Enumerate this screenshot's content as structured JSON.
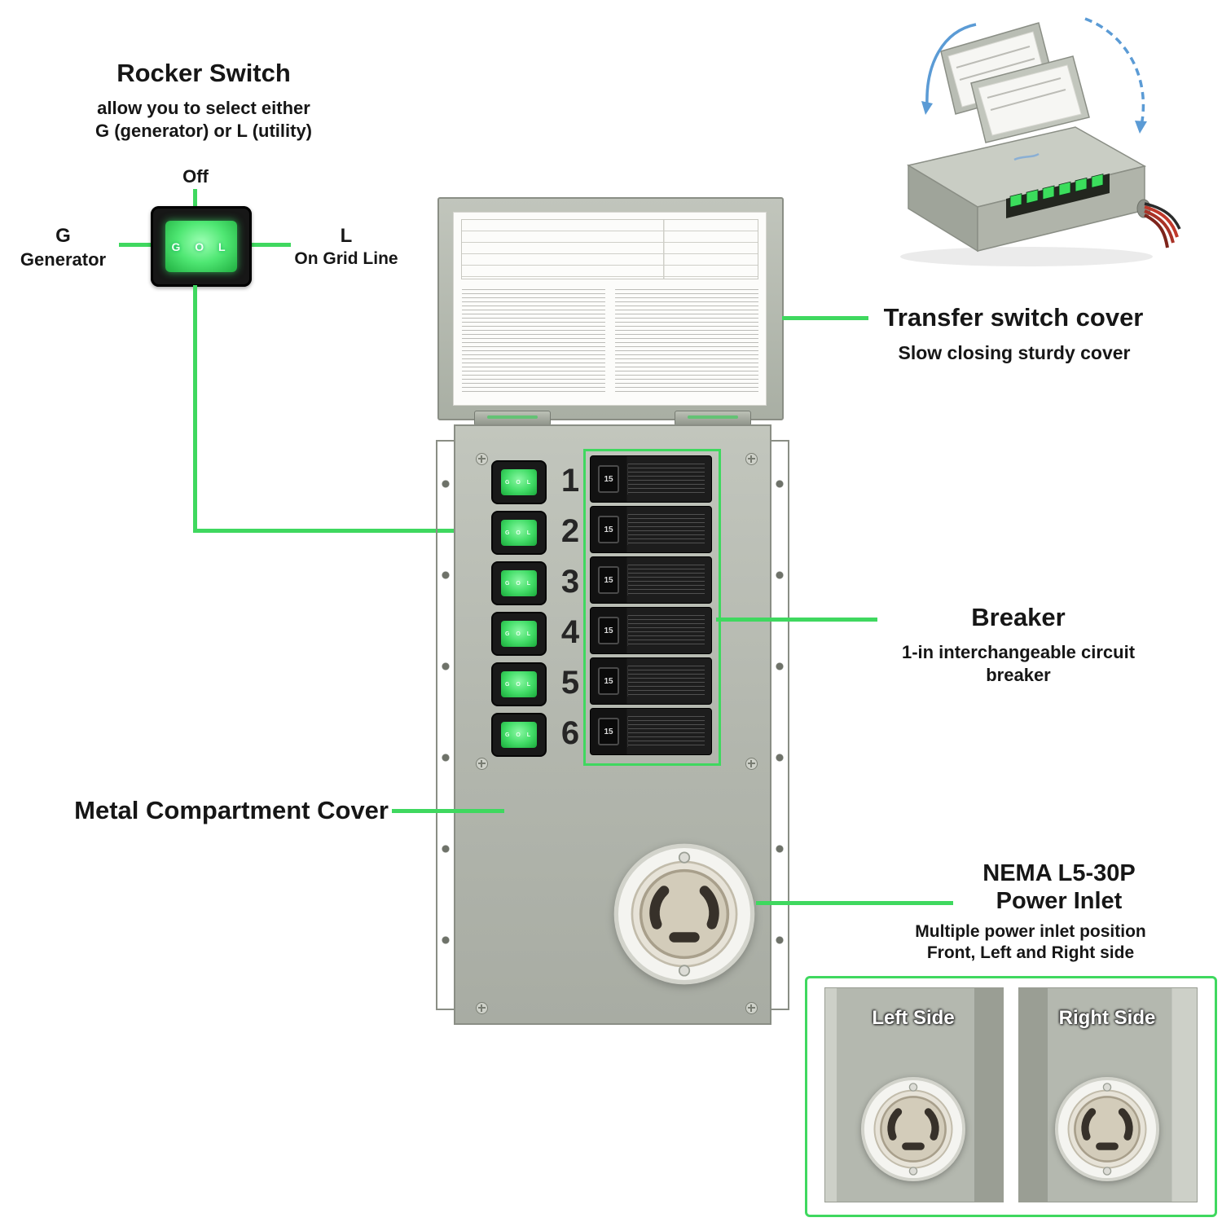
{
  "accent_color": "#3fd85f",
  "rocker_section": {
    "title": "Rocker Switch",
    "subtitle_line1": "allow you to select either",
    "subtitle_line2": "G (generator) or L (utility)",
    "off_label": "Off",
    "generator_label": "G",
    "generator_sublabel": "Generator",
    "grid_label": "L",
    "grid_sublabel": "On Grid Line",
    "switch_letters": "G O L"
  },
  "cover_callout": {
    "title": "Transfer switch cover",
    "subtitle": "Slow closing sturdy cover"
  },
  "breaker_callout": {
    "title": "Breaker",
    "subtitle_line1": "1-in interchangeable circuit",
    "subtitle_line2": "breaker"
  },
  "compartment_callout": {
    "label": "Metal Compartment Cover"
  },
  "inlet_callout": {
    "title_line1": "NEMA L5-30P",
    "title_line2": "Power Inlet",
    "subtitle_line1": "Multiple power inlet position",
    "subtitle_line2": "Front, Left and Right side"
  },
  "side_views": {
    "left_label": "Left Side",
    "right_label": "Right Side"
  },
  "panel": {
    "switch_numbers": [
      "1",
      "2",
      "3",
      "4",
      "5",
      "6"
    ],
    "breaker_amp": "15"
  }
}
